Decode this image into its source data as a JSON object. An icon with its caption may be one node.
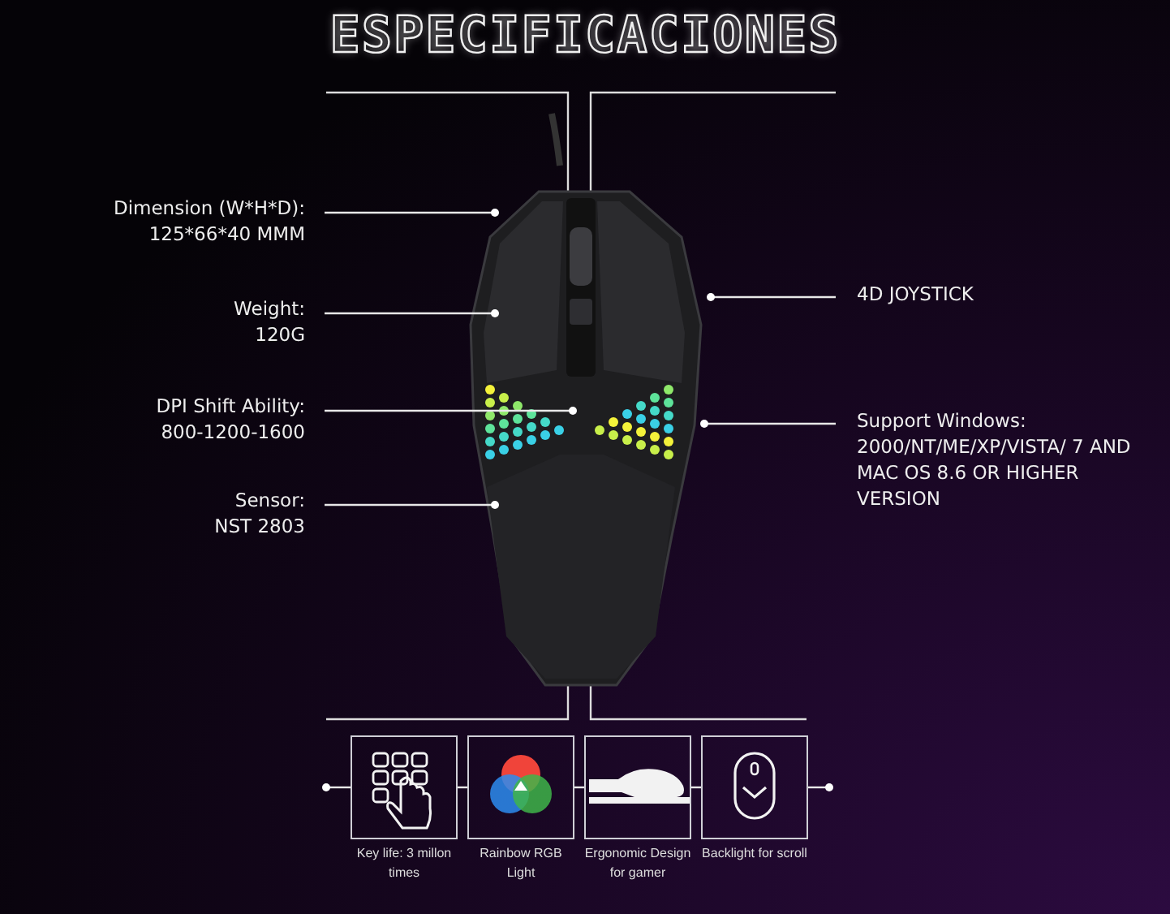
{
  "diagram": {
    "title": "ESPECIFICACIONES",
    "nodes": [
      {
        "text": [
          "Dimension (W*H*D):",
          "125*66*40 MMM"
        ]
      },
      {
        "text": [
          "Weight:",
          "120G"
        ]
      },
      {
        "text": [
          "DPI Shift Ability:",
          "800-1200-1600"
        ]
      },
      {
        "text": [
          "Sensor:",
          "NST 2803"
        ]
      },
      {
        "text": [
          "4D JOYSTICK"
        ]
      },
      {
        "text": [
          "Support Windows:",
          "2000/NT/ME/XP/VISTA/ 7 AND MAC OS 8.6 OR HIGHER VERSION"
        ]
      },
      {
        "text": [],
        "shape": "box",
        "beside": [
          "Key life: 3 millon times"
        ]
      },
      {
        "text": [],
        "shape": "box",
        "beside": [
          "Rainbow RGB Light"
        ]
      },
      {
        "text": [],
        "shape": "box",
        "beside": [
          "Ergonomic Design for gamer"
        ]
      },
      {
        "text": [],
        "shape": "box",
        "beside": [
          "Backlight for scroll"
        ]
      },
      {
        "text": [],
        "shape": "picture"
      }
    ],
    "edges": [
      {
        "from": 0,
        "to": 10,
        "arrow": "other"
      },
      {
        "from": 1,
        "to": 10,
        "arrow": "other"
      },
      {
        "from": 2,
        "to": 10,
        "arrow": "other"
      },
      {
        "from": 3,
        "to": 10,
        "arrow": "other"
      },
      {
        "from": 4,
        "to": 10,
        "arrow": "other"
      },
      {
        "from": 5,
        "to": 10,
        "arrow": "other"
      },
      {
        "from": null,
        "to": 6,
        "arrow": "other"
      },
      {
        "from": 6,
        "to": 7,
        "arrow": "none"
      },
      {
        "from": 7,
        "to": 8,
        "arrow": "none"
      },
      {
        "from": 8,
        "to": 9,
        "arrow": "none"
      },
      {
        "from": 9,
        "to": null,
        "arrow": "other"
      }
    ]
  }
}
